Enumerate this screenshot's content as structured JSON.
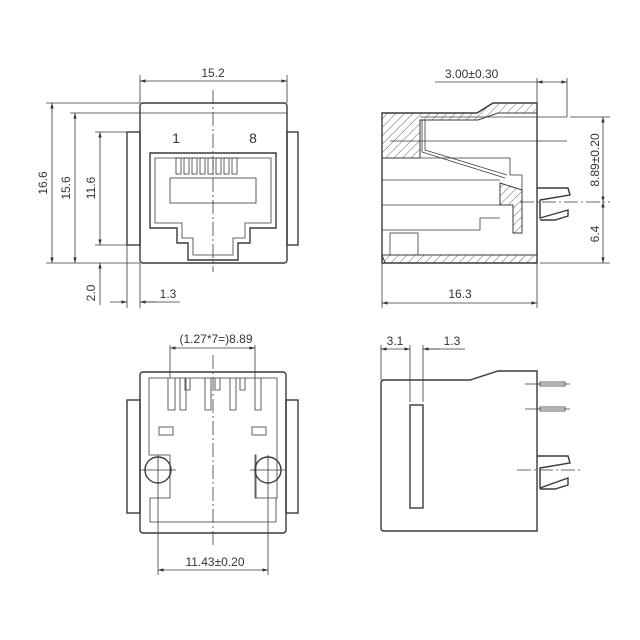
{
  "front_view": {
    "dim_width": "15.2",
    "dim_height_total": "16.6",
    "dim_height_body": "15.6",
    "dim_tab_height": "11.6",
    "dim_tab_offset": "2.0",
    "dim_tab_width": "1.3",
    "pin_label_first": "1",
    "pin_label_last": "8"
  },
  "side_section_view": {
    "dim_pin_protrusion": "3.00±0.30",
    "dim_pin_row_spacing": "8.89±0.20",
    "dim_post_height": "6.4",
    "dim_depth": "16.3"
  },
  "bottom_view": {
    "dim_pin_span": "(1.27*7=)8.89",
    "dim_post_spacing": "11.43±0.20"
  },
  "side_view": {
    "dim_slot_offset": "3.1",
    "dim_slot_width": "1.3"
  }
}
